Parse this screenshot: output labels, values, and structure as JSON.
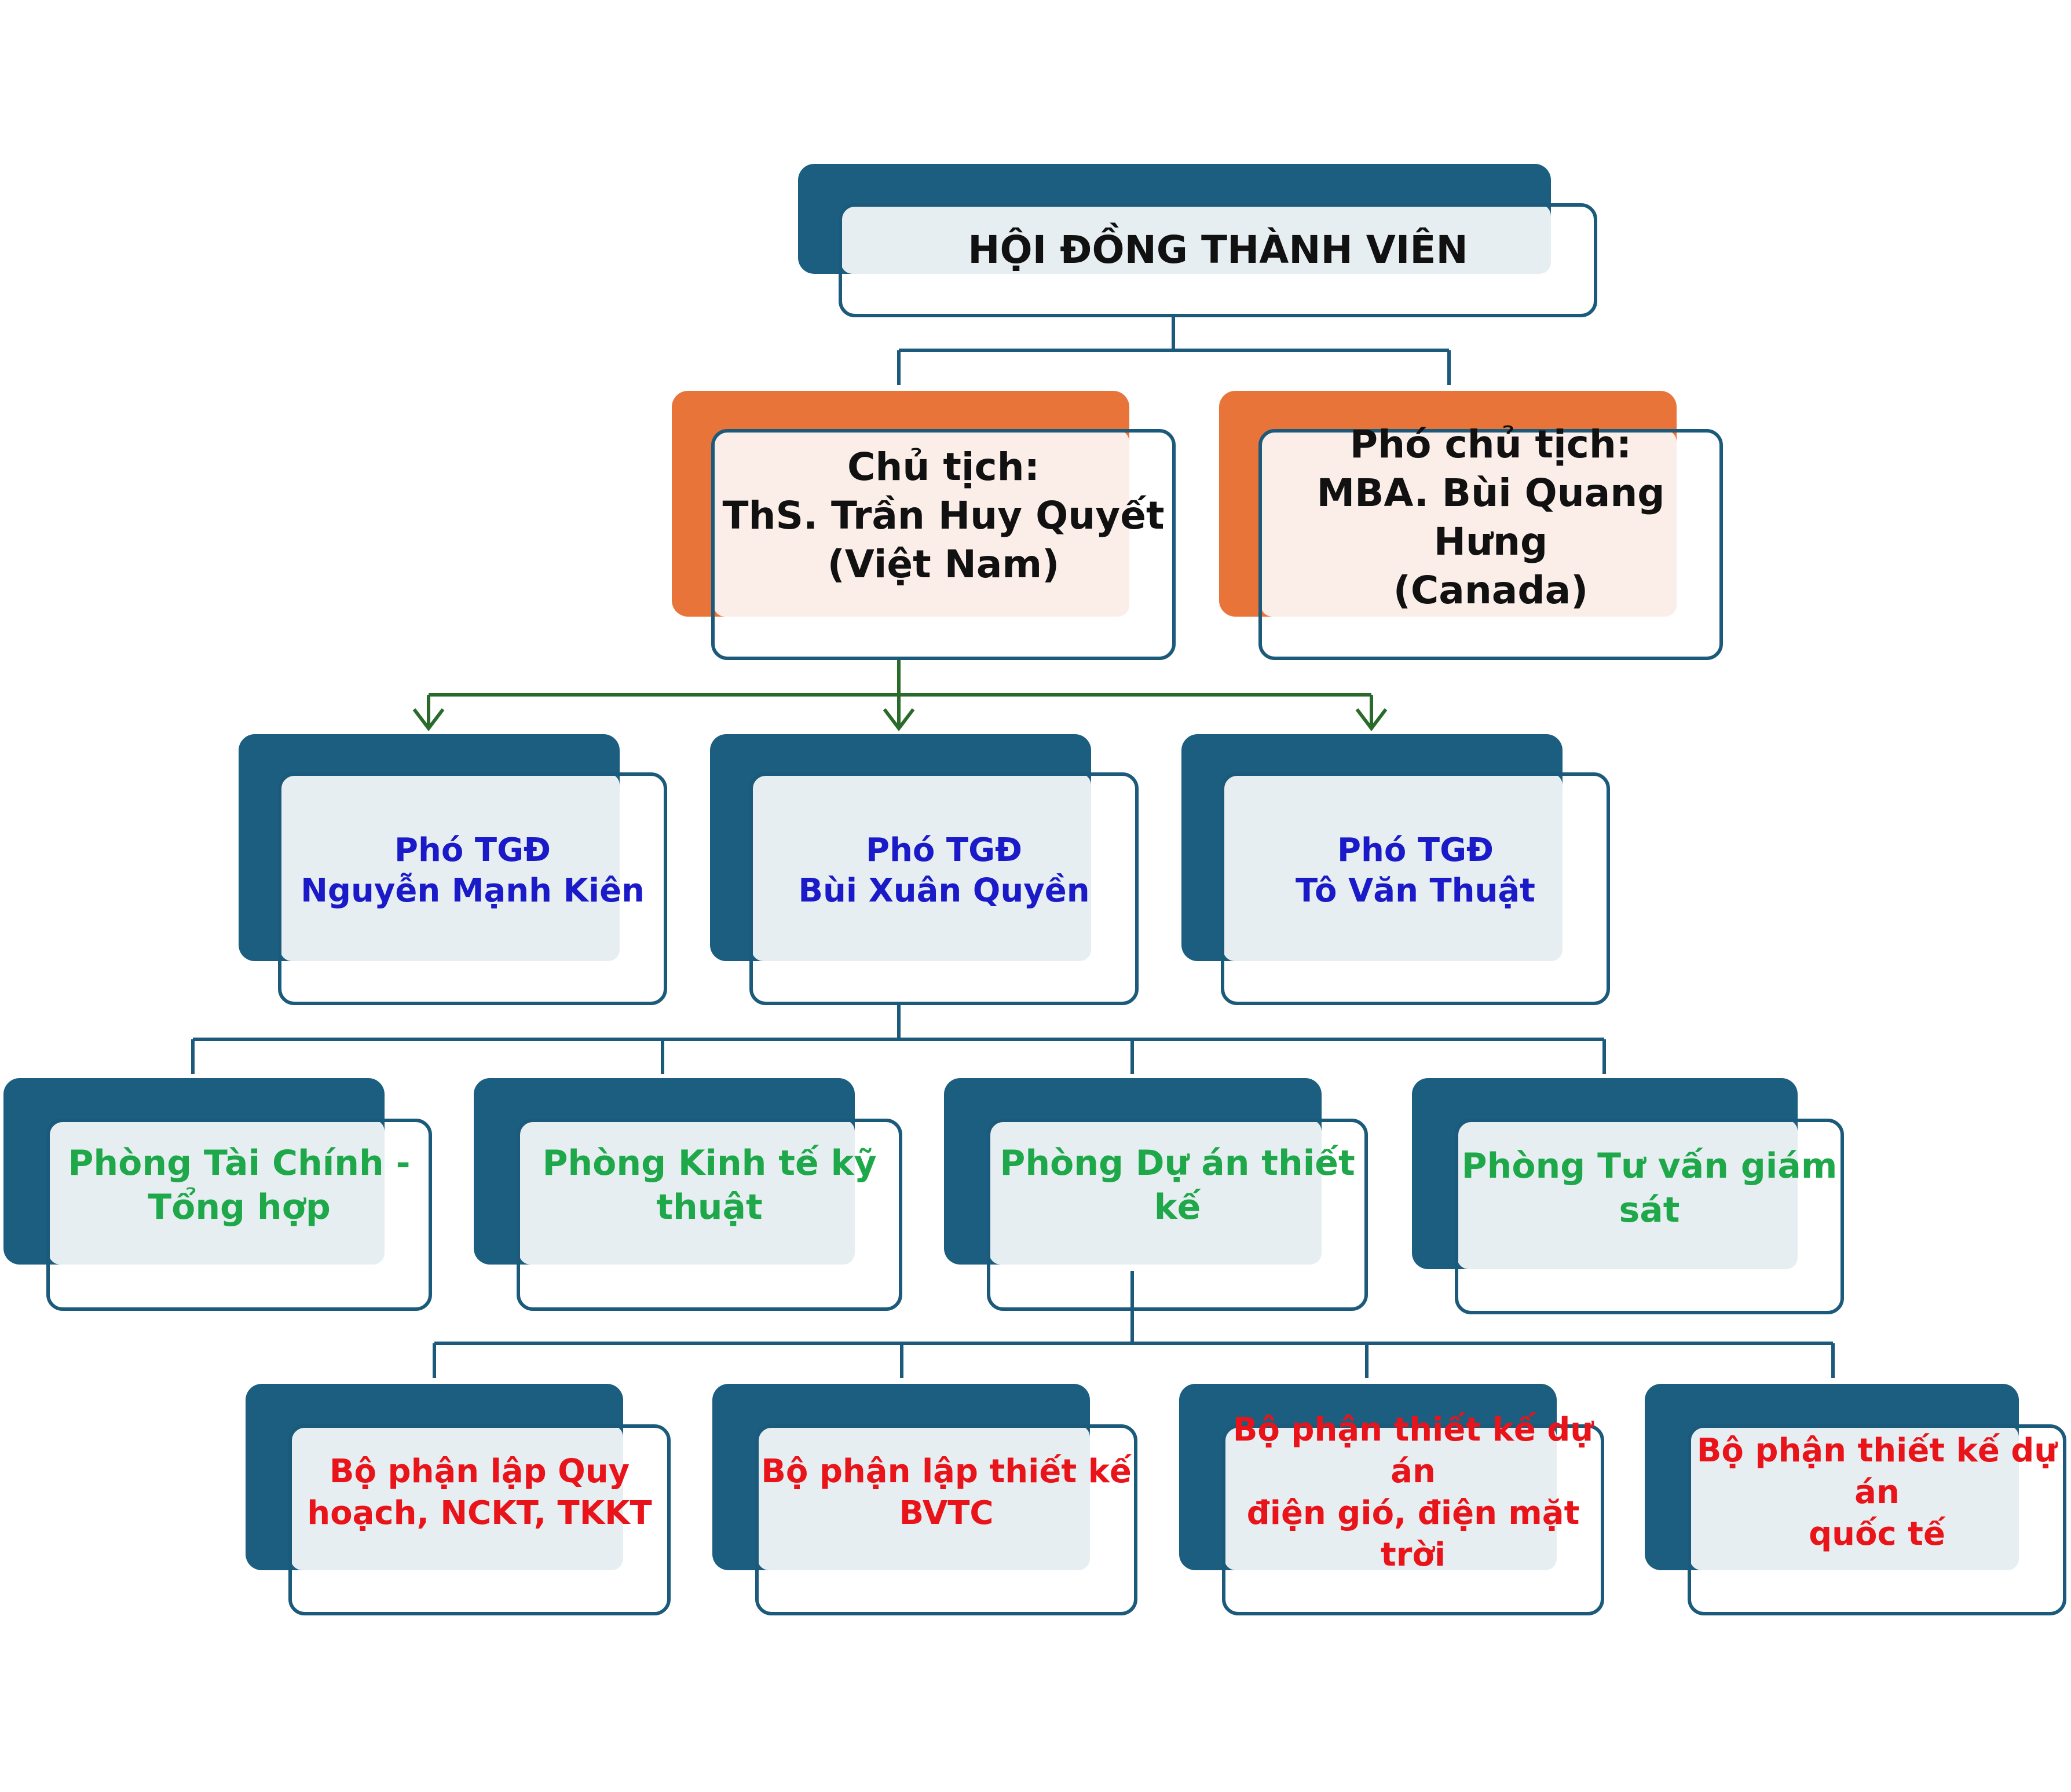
{
  "board": {
    "title": "HỘI ĐỒNG THÀNH VIÊN"
  },
  "chairman": {
    "line1": "Chủ tịch:",
    "line2": "ThS. Trần Huy Quyết",
    "line3": "(Việt Nam)"
  },
  "vice_chairman": {
    "line1": "Phó chủ tịch:",
    "line2": "MBA. Bùi Quang Hưng",
    "line3": "(Canada)"
  },
  "deputies": [
    {
      "line1": "Phó TGĐ",
      "line2": "Nguyễn Mạnh Kiên"
    },
    {
      "line1": "Phó TGĐ",
      "line2": "Bùi Xuân Quyền"
    },
    {
      "line1": "Phó TGĐ",
      "line2": "Tô Văn Thuật"
    }
  ],
  "departments": [
    {
      "label": "Phòng Tài Chính -\nTổng hợp"
    },
    {
      "label": "Phòng Kinh tế kỹ\nthuật"
    },
    {
      "label": "Phòng Dự án thiết kế"
    },
    {
      "label": "Phòng Tư vấn giám\nsát"
    }
  ],
  "units": [
    {
      "label": "Bộ phận lập Quy\nhoạch, NCKT, TKKT"
    },
    {
      "label": "Bộ phận lập thiết kế\nBVTC"
    },
    {
      "label": "Bộ phận thiết kế dự án\nđiện gió, điện mặt trời"
    },
    {
      "label": "Bộ phận thiết kế dự án\nquốc tế"
    }
  ],
  "colors": {
    "navy": "#1b5e80",
    "orange": "#e8743a",
    "connector": "#1b5a7a",
    "arrow": "#2a6a2a",
    "deputy_text": "#1a1ac8",
    "department_text": "#1fa84a",
    "unit_text": "#e8141a",
    "title_text": "#111111"
  }
}
